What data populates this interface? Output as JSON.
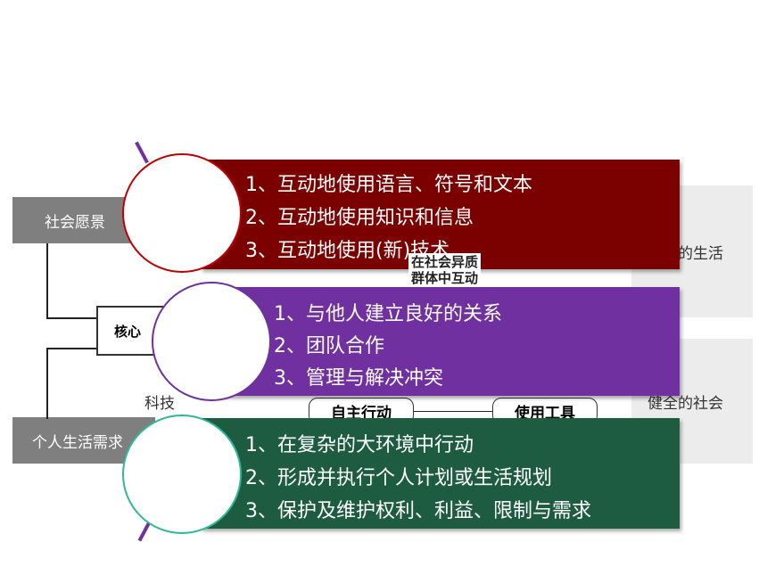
{
  "framework": {
    "left_boxes": [
      "社会愿景",
      "个人生活需求"
    ],
    "core_label": "核心",
    "side_text_tech": "科技",
    "right_texts": [
      "的生活",
      "健全的社会"
    ],
    "overlap_label_lines": [
      "在社会异质",
      "群体中互动"
    ],
    "pills": [
      "自主行动",
      "使用工具"
    ]
  },
  "panels": [
    {
      "color": "#7b0000",
      "items": [
        "1、互动地使用语言、符号和文本",
        "2、互动地使用知识和信息",
        "3、互动地使用(新)技术"
      ]
    },
    {
      "color": "#7030a0",
      "items": [
        "1、与他人建立良好的关系",
        "2、团队合作",
        "3、管理与解决冲突"
      ]
    },
    {
      "color": "#1e5c42",
      "items": [
        "1、在复杂的大环境中行动",
        "2、形成并执行个人计划或生活规划",
        "3、保护及维护权利、利益、限制与需求"
      ]
    }
  ],
  "accent_colors": {
    "spine": "#7030a0",
    "circle1_border": "#c00000",
    "circle2_border": "#7030a0",
    "circle3_border": "#2fb89a"
  }
}
